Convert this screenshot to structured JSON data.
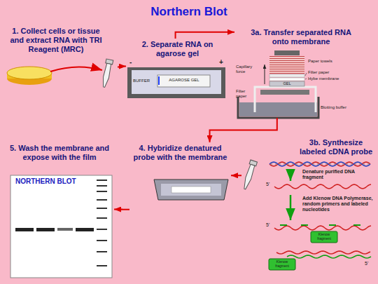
{
  "diagram": {
    "title": "Northern Blot",
    "nodes": [
      {
        "text": [
          "1. Collect cells or tissue and extract RNA with TRI Reagent (MRC)"
        ]
      },
      {
        "text": [
          "2. Separate RNA on agarose gel"
        ]
      },
      {
        "text": [
          "3a. Transfer separated RNA onto membrane"
        ]
      },
      {
        "text": [
          "3b. Synthesize labeled cDNA probe"
        ]
      },
      {
        "text": [
          "4. Hybridize denatured probe with the membrane"
        ]
      },
      {
        "text": [
          "5. Wash the membrane and expose with the film"
        ]
      }
    ],
    "edges": [
      {
        "from": 0,
        "to": 1,
        "arrow": "to"
      },
      {
        "from": 1,
        "to": 2,
        "arrow": "to"
      },
      {
        "from": 2,
        "to": 4,
        "arrow": "to"
      },
      {
        "from": 3,
        "to": 4,
        "arrow": "to"
      },
      {
        "from": 4,
        "to": 5,
        "arrow": "to"
      }
    ],
    "labels": [
      "BUFFER",
      "AGAROSE GEL",
      "-",
      "+",
      "Paper towels",
      "Filter paper",
      "Hybe membrane",
      "Capillary force",
      "Filter paper",
      "GEL",
      "Blotting buffer",
      "Denature purified DNA fragment",
      "Add Klenow DNA Polymerase, random primers and labeled nucleotides",
      "5'",
      "5'",
      "5'",
      "Klenow fragment",
      "Klenow fragment",
      "NORTHERN BLOT"
    ]
  }
}
